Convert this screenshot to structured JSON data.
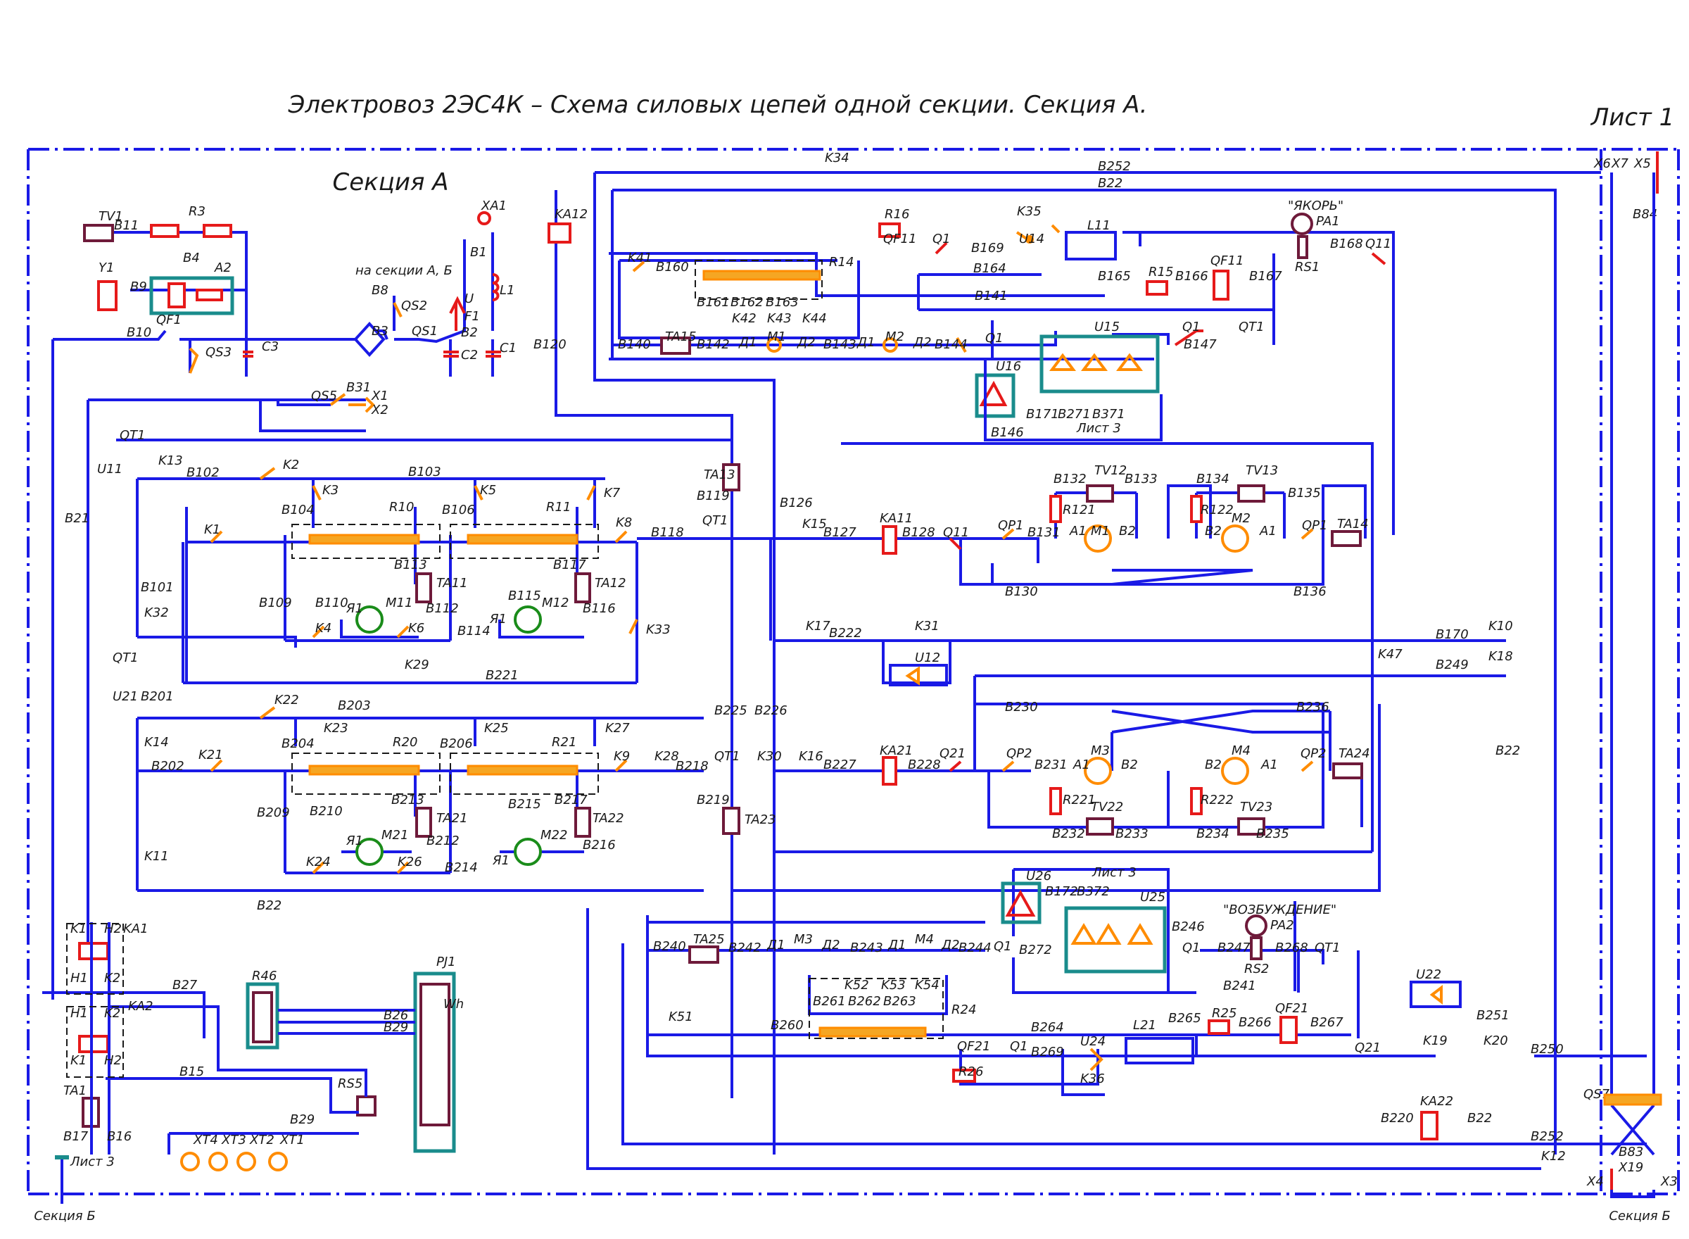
{
  "title": "Электровоз 2ЭС4К – Схема силовых цепей одной секции. Секция А.",
  "sheet_label": "Лист 1",
  "section_a_label": "Секция А",
  "section_b_left": "Секция Б",
  "section_b_right": "Секция Б",
  "colors": {
    "wire": "#1a1ae6",
    "contact": "#ff8c00",
    "coil": "#e61a1a",
    "sensor": "#6e1a3a",
    "converter_box": "#1a8c8c",
    "motor": "#1a8c1a"
  },
  "annotations": {
    "yakor": "\"ЯКОРЬ\"",
    "vozb": "\"ВОЗБУЖДЕНИЕ\"",
    "na_sekcii": "на секции А, Б",
    "list3_a": "Лист 3",
    "list3_b": "Лист 3",
    "list3_c": "Лист 3",
    "wh": "Wh"
  },
  "components": {
    "TV1": "TV1",
    "Y1": "Y1",
    "R3": "R3",
    "A2": "A2",
    "XA1": "XA1",
    "L1": "L1",
    "F1": "F1",
    "QF1": "QF1",
    "QS3": "QS3",
    "C3": "C3",
    "QS2": "QS2",
    "QS1": "QS1",
    "C1": "C1",
    "C2": "C2",
    "QS5": "QS5",
    "X1": "X1",
    "X2": "X2",
    "U": "U",
    "QT1": "QT1",
    "U11": "U11",
    "K13": "K13",
    "K2": "K2",
    "K3": "K3",
    "K5": "K5",
    "K7": "K7",
    "R10": "R10",
    "R11": "R11",
    "K1": "K1",
    "K8": "K8",
    "TA11": "TA11",
    "TA12": "TA12",
    "M11": "M11",
    "M12": "M12",
    "K4": "K4",
    "K6": "K6",
    "K32": "K32",
    "K33": "K33",
    "K29": "K29",
    "U21": "U21",
    "K14": "K14",
    "K22": "K22",
    "K23": "K23",
    "K25": "K25",
    "K27": "K27",
    "R20": "R20",
    "R21": "R21",
    "K21": "K21",
    "K9": "K9",
    "K28": "K28",
    "TA21": "TA21",
    "TA22": "TA22",
    "M21": "M21",
    "M22": "M22",
    "K24": "K24",
    "K26": "K26",
    "K11": "K11",
    "KA12": "KA12",
    "K34": "K34",
    "K41": "K41",
    "R16": "R16",
    "QF11": "QF11",
    "Q1": "Q1",
    "K35": "K35",
    "U14": "U14",
    "L11": "L11",
    "PA1": "PA1",
    "RS1": "RS1",
    "Q11": "Q11",
    "R14": "R14",
    "K42": "K42",
    "K43": "K43",
    "K44": "K44",
    "R15": "R15",
    "TA15": "TA15",
    "M1": "M1",
    "M2": "M2",
    "U15": "U15",
    "U16": "U16",
    "TA13": "TA13",
    "TA23": "TA23",
    "K15": "K15",
    "KA11": "KA11",
    "QP1": "QP1",
    "TV12": "TV12",
    "TV13": "TV13",
    "R121": "R121",
    "R122": "R122",
    "TA14": "TA14",
    "K17": "K17",
    "K31": "K31",
    "U12": "U12",
    "K47": "K47",
    "K10": "K10",
    "K18": "K18",
    "K30": "K30",
    "K16": "K16",
    "KA21": "KA21",
    "Q21": "Q21",
    "QP2": "QP2",
    "M3": "M3",
    "M4": "M4",
    "TA24": "TA24",
    "R221": "R221",
    "R222": "R222",
    "TV22": "TV22",
    "TV23": "TV23",
    "U26": "U26",
    "U25": "U25",
    "PA2": "PA2",
    "RS2": "RS2",
    "TA25": "TA25",
    "K52": "K52",
    "K53": "K53",
    "K54": "K54",
    "R24": "R24",
    "K51": "K51",
    "QF21": "QF21",
    "R26": "R26",
    "U24": "U24",
    "L21": "L21",
    "R25": "R25",
    "K36": "K36",
    "U22": "U22",
    "K19": "K19",
    "K20": "K20",
    "KA22": "KA22",
    "K12": "K12",
    "QS7": "QS7",
    "X3": "X3",
    "X4": "X4",
    "X5": "X5",
    "X6": "X6",
    "X7": "X7",
    "X19": "X19",
    "KA1": "KA1",
    "KA2": "KA2",
    "R46": "R46",
    "PJ1": "PJ1",
    "RS5": "RS5",
    "TA1": "TA1",
    "XT1": "XT1",
    "XT2": "XT2",
    "XT3": "XT3",
    "XT4": "XT4",
    "M1_a": "Я1",
    "M2_a": "Я1",
    "M3_a": "Я1",
    "M4_a": "Я1",
    "A1": "A1",
    "B2": "B2",
    "D1": "Д1",
    "D2": "Д2",
    "H1": "H1",
    "H2": "H2",
    "K1n": "K1",
    "K2n": "K2"
  },
  "wires": {
    "B1": "B1",
    "B2": "B2",
    "B3": "B3",
    "B4": "B4",
    "B8": "B8",
    "B9": "B9",
    "B10": "B10",
    "B11": "B11",
    "B15": "B15",
    "B16": "B16",
    "B17": "B17",
    "B21": "B21",
    "B22": "B22",
    "B22b": "B22",
    "B22c": "B22",
    "B22d": "B22",
    "B22e": "B22",
    "B26": "B26",
    "B27": "B27",
    "B29": "B29",
    "B29b": "B29",
    "B31": "B31",
    "B83": "B83",
    "B84": "B84",
    "B101": "B101",
    "B102": "B102",
    "B103": "B103",
    "B104": "B104",
    "B106": "B106",
    "B109": "B109",
    "B110": "B110",
    "B112": "B112",
    "B113": "B113",
    "B114": "B114",
    "B115": "B115",
    "B116": "B116",
    "B117": "B117",
    "B118": "B118",
    "B119": "B119",
    "B120": "B120",
    "B126": "B126",
    "B127": "B127",
    "B128": "B128",
    "B130": "B130",
    "B131": "B131",
    "B132": "B132",
    "B133": "B133",
    "B134": "B134",
    "B135": "B135",
    "B136": "B136",
    "B140": "B140",
    "B141": "B141",
    "B142": "B142",
    "B143": "B143",
    "B144": "B144",
    "B146": "B146",
    "B147": "B147",
    "B160": "B160",
    "B161": "B161",
    "B162": "B162",
    "B163": "B163",
    "B164": "B164",
    "B165": "B165",
    "B166": "B166",
    "B167": "B167",
    "B168": "B168",
    "B169": "B169",
    "B170": "B170",
    "B171": "B171",
    "B172": "B172",
    "B201": "B201",
    "B202": "B202",
    "B203": "B203",
    "B204": "B204",
    "B206": "B206",
    "B209": "B209",
    "B210": "B210",
    "B212": "B212",
    "B213": "B213",
    "B214": "B214",
    "B215": "B215",
    "B216": "B216",
    "B217": "B217",
    "B218": "B218",
    "B219": "B219",
    "B220": "B220",
    "B221": "B221",
    "B222": "B222",
    "B225": "B225",
    "B226": "B226",
    "B227": "B227",
    "B228": "B228",
    "B230": "B230",
    "B231": "B231",
    "B232": "B232",
    "B233": "B233",
    "B234": "B234",
    "B235": "B235",
    "B236": "B236",
    "B240": "B240",
    "B241": "B241",
    "B242": "B242",
    "B243": "B243",
    "B244": "B244",
    "B246": "B246",
    "B247": "B247",
    "B249": "B249",
    "B250": "B250",
    "B251": "B251",
    "B252": "B252",
    "B252b": "B252",
    "B260": "B260",
    "B261": "B261",
    "B262": "B262",
    "B263": "B263",
    "B264": "B264",
    "B265": "B265",
    "B266": "B266",
    "B267": "B267",
    "B268": "B268",
    "B269": "B269",
    "B271": "B271",
    "B272": "B272",
    "B371": "B371",
    "B372": "B372"
  }
}
